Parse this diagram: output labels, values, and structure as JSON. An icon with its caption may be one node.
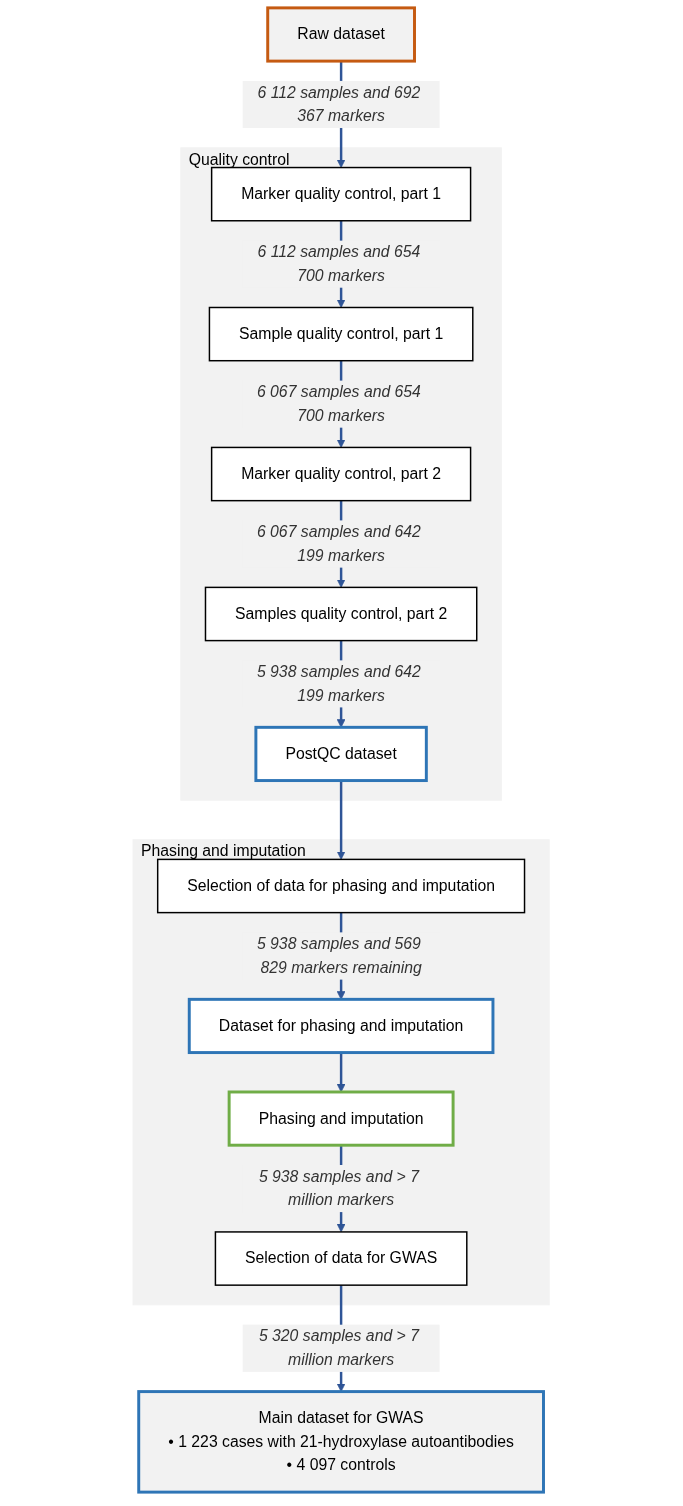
{
  "diagram": {
    "nodes": [
      {
        "text": [
          "Raw dataset"
        ]
      },
      {
        "text": [
          "Quality control"
        ]
      },
      {
        "text": [
          "Marker quality control, part 1"
        ],
        "in": 1
      },
      {
        "text": [
          "Sample quality control, part 1"
        ],
        "in": 1
      },
      {
        "text": [
          "Marker quality control, part 2"
        ],
        "in": 1
      },
      {
        "text": [
          "Samples quality control, part 2"
        ],
        "in": 1
      },
      {
        "text": [
          "PostQC dataset"
        ],
        "in": 1
      },
      {
        "text": [
          "Phasing and imputation"
        ]
      },
      {
        "text": [
          "Selection of data for phasing and imputation"
        ],
        "in": 7
      },
      {
        "text": [
          "Dataset for phasing and imputation"
        ],
        "in": 7
      },
      {
        "text": [
          "Phasing and imputation"
        ],
        "in": 7
      },
      {
        "text": [
          "Selection of data for GWAS"
        ],
        "in": 7
      },
      {
        "text": [
          "Main dataset for GWAS",
          "• 1 223 cases with 21-hydroxylase autoantibodies",
          "• 4 097 controls"
        ]
      }
    ],
    "edges": [
      {
        "from": 0,
        "to": 2,
        "arrow": "to",
        "label": "6 112 samples and 692 367 markers"
      },
      {
        "from": 2,
        "to": 3,
        "arrow": "to",
        "label": "6 112 samples and 654 700 markers"
      },
      {
        "from": 3,
        "to": 4,
        "arrow": "to",
        "label": "6 067 samples and 654 700 markers"
      },
      {
        "from": 4,
        "to": 5,
        "arrow": "to",
        "label": "6 067 samples and 642 199 markers"
      },
      {
        "from": 5,
        "to": 6,
        "arrow": "to",
        "label": "5 938 samples and 642 199 markers"
      },
      {
        "from": 6,
        "to": 8,
        "arrow": "to"
      },
      {
        "from": 8,
        "to": 9,
        "arrow": "to",
        "label": "5 938 samples and 569 829 markers remaining"
      },
      {
        "from": 9,
        "to": 10,
        "arrow": "to"
      },
      {
        "from": 10,
        "to": 11,
        "arrow": "to",
        "label": "5 938 samples and > 7 million markers"
      },
      {
        "from": 11,
        "to": 12,
        "arrow": "to",
        "label": "5 320 samples and > 7 million markers"
      }
    ]
  }
}
